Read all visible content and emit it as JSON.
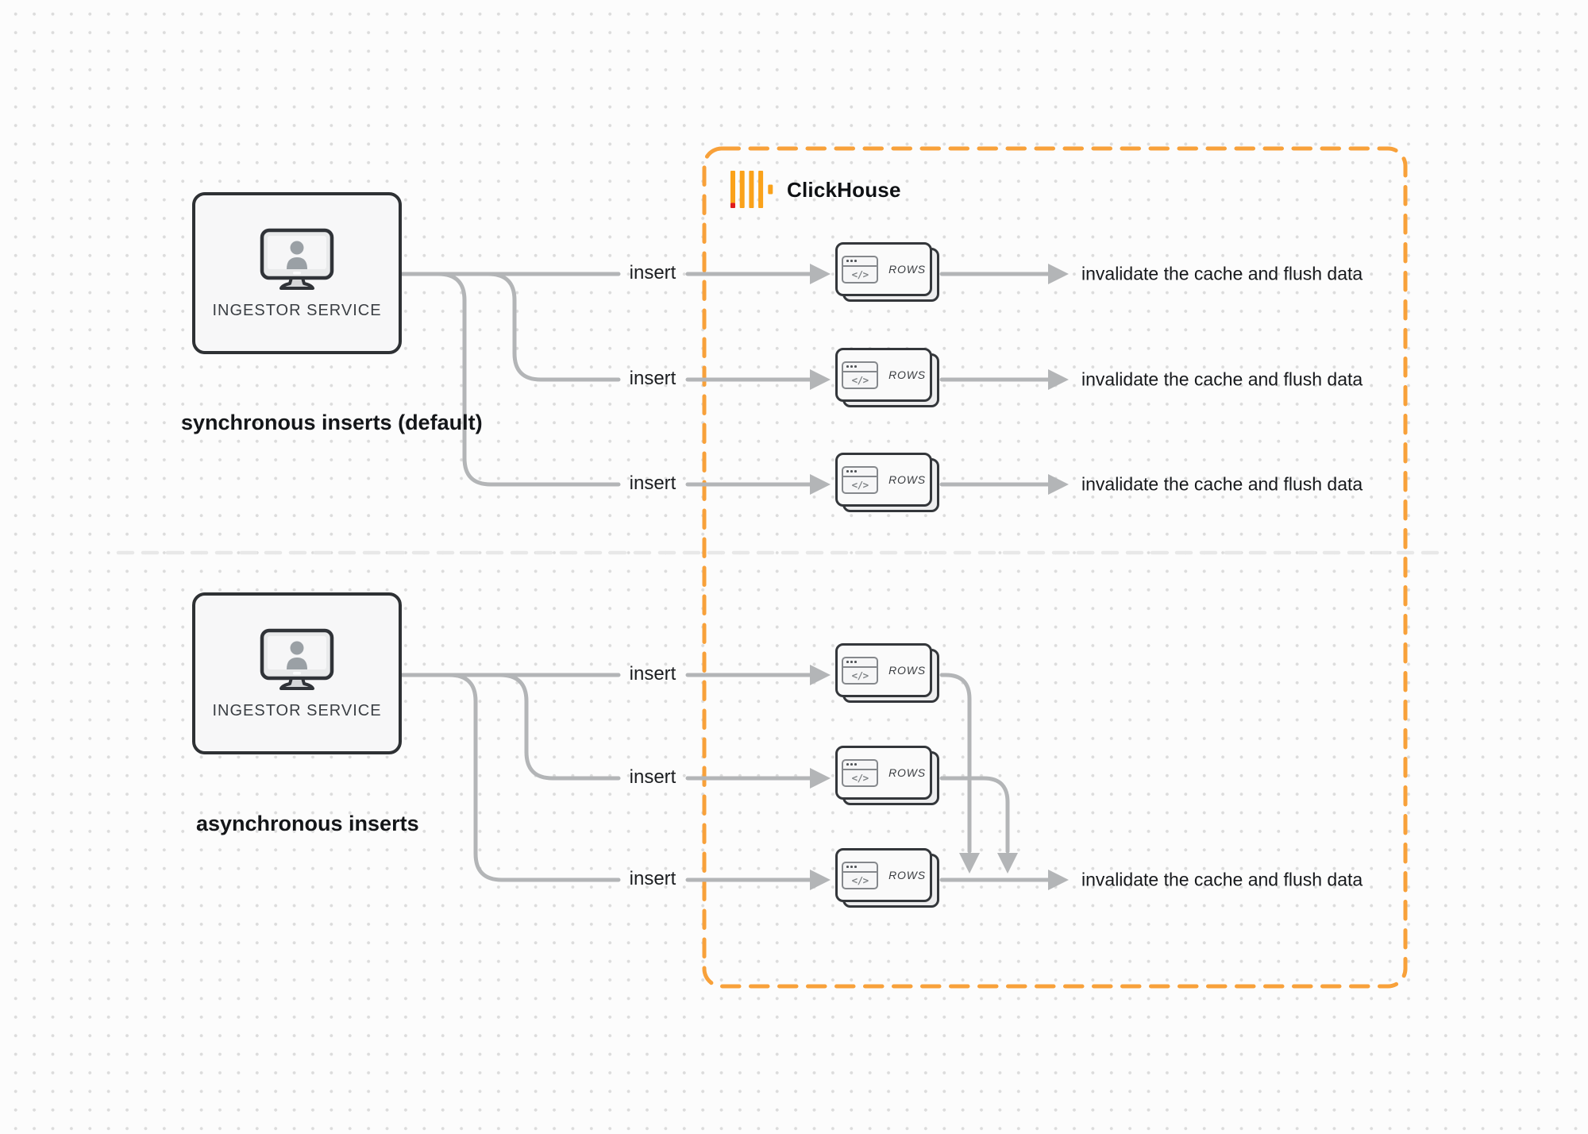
{
  "diagram": {
    "sync_section": {
      "ingestor_label": "INGESTOR SERVICE",
      "caption": "synchronous inserts (default)",
      "insert_labels": [
        "insert",
        "insert",
        "insert"
      ],
      "outcome_labels": [
        "invalidate the cache and flush data",
        "invalidate the cache and flush data",
        "invalidate the cache and flush data"
      ]
    },
    "async_section": {
      "ingestor_label": "INGESTOR SERVICE",
      "caption": "asynchronous inserts",
      "insert_labels": [
        "insert",
        "insert",
        "insert"
      ],
      "outcome_label": "invalidate the cache and flush data"
    },
    "clickhouse": {
      "brand_label": "ClickHouse",
      "rows_cards": [
        "ROWS",
        "ROWS",
        "ROWS",
        "ROWS",
        "ROWS",
        "ROWS"
      ],
      "code_glyph": "</>"
    },
    "colors": {
      "frame_orange": "#F8A13A",
      "logo_yellow": "#FAA21B",
      "logo_red": "#E01E1E",
      "edge_gray": "#b3b5b7",
      "divider_gray": "#e8e8e8",
      "shape_border": "#2e3134",
      "text_dark": "#17191c"
    }
  }
}
